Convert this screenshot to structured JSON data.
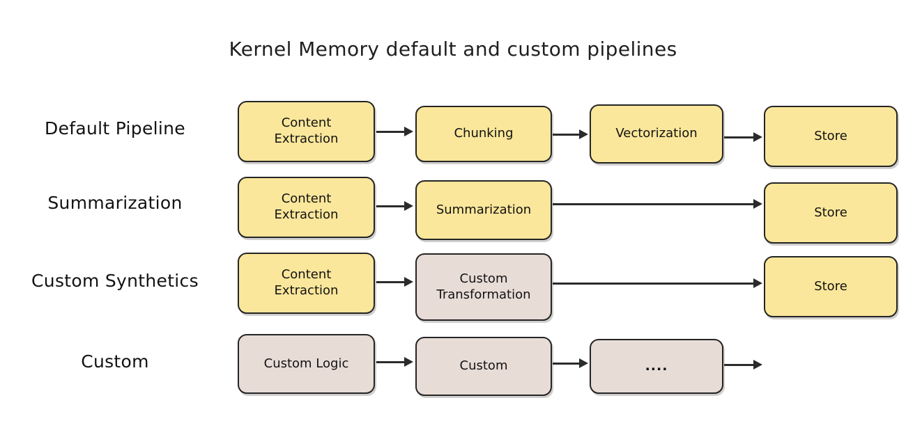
{
  "diagram": {
    "title": "Kernel Memory default and custom pipelines",
    "colors": {
      "node_yellow": "#fbe79b",
      "node_pink": "#e8dcd7",
      "stroke": "#242424",
      "text": "#121212",
      "background": "#ffffff"
    },
    "rows": [
      {
        "label": "Default Pipeline",
        "nodes": [
          {
            "text": "Content\nExtraction",
            "fill": "yellow"
          },
          {
            "text": "Chunking",
            "fill": "yellow"
          },
          {
            "text": "Vectorization",
            "fill": "yellow"
          },
          {
            "text": "Store",
            "fill": "yellow"
          }
        ]
      },
      {
        "label": "Summarization",
        "nodes": [
          {
            "text": "Content\nExtraction",
            "fill": "yellow"
          },
          {
            "text": "Summarization",
            "fill": "yellow"
          },
          {
            "text": "Store",
            "fill": "yellow"
          }
        ]
      },
      {
        "label": "Custom Synthetics",
        "nodes": [
          {
            "text": "Content\nExtraction",
            "fill": "yellow"
          },
          {
            "text": "Custom\nTransformation",
            "fill": "pink"
          },
          {
            "text": "Store",
            "fill": "yellow"
          }
        ]
      },
      {
        "label": "Custom",
        "nodes": [
          {
            "text": "Custom Logic",
            "fill": "pink"
          },
          {
            "text": "Custom",
            "fill": "pink"
          },
          {
            "text": "....",
            "fill": "pink"
          }
        ]
      }
    ]
  }
}
